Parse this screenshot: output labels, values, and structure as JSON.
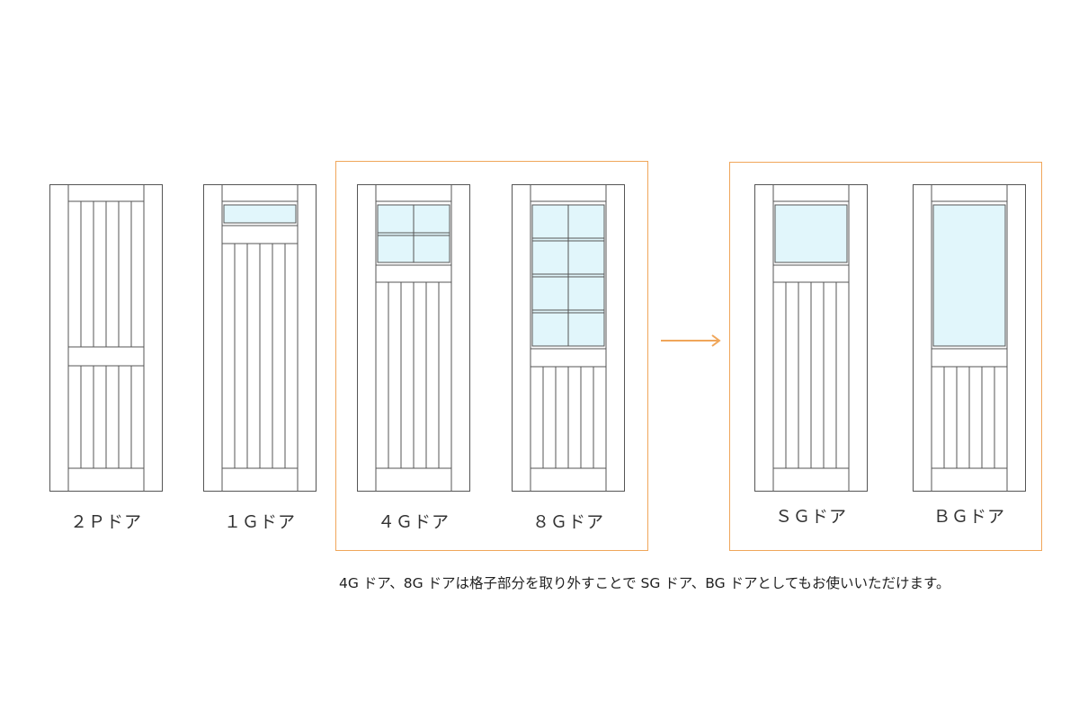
{
  "doors": [
    {
      "id": "2p",
      "label": "２Ｐドア"
    },
    {
      "id": "1g",
      "label": "１Ｇドア"
    },
    {
      "id": "4g",
      "label": "４Ｇドア"
    },
    {
      "id": "8g",
      "label": "８Ｇドア"
    },
    {
      "id": "sg",
      "label": "ＳＧドア"
    },
    {
      "id": "bg",
      "label": "ＢＧドア"
    }
  ],
  "note": "4G ドア、8G ドアは格子部分を取り外すことで SG ドア、BG ドアとしてもお使いいただけます。",
  "colors": {
    "line": "#555555",
    "glass": "#e1f6fb",
    "highlight_box": "#f0a65a",
    "arrow": "#f0a65a"
  }
}
